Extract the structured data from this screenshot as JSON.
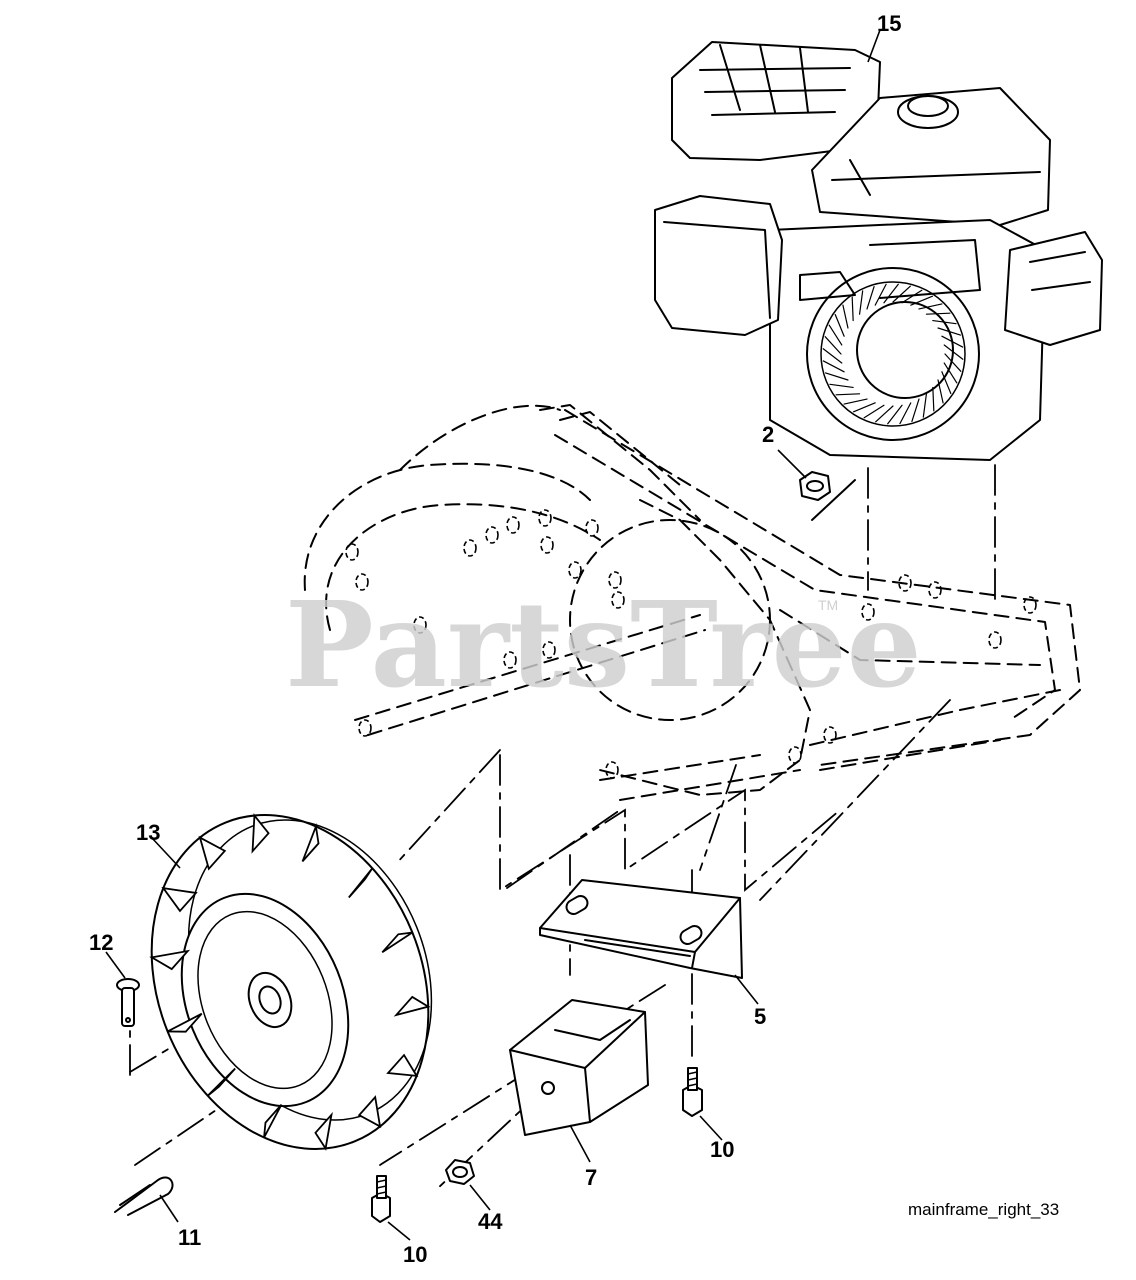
{
  "diagram": {
    "caption": "mainframe_right_33",
    "watermark": "PartsTree",
    "watermark_mark": "TM",
    "callouts": {
      "c15": "15",
      "c2": "2",
      "c13": "13",
      "c12": "12",
      "c11": "11",
      "c5": "5",
      "c7": "7",
      "c10a": "10",
      "c10b": "10",
      "c44": "44"
    }
  }
}
